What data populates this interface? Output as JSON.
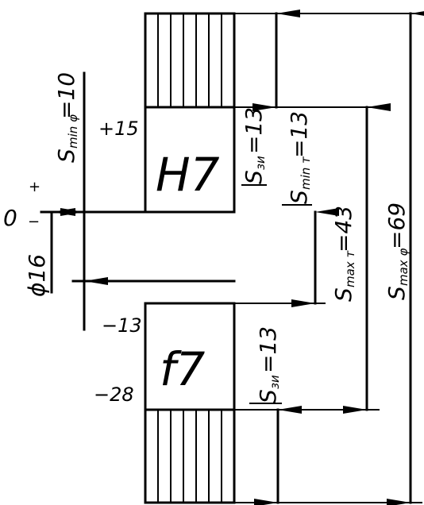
{
  "zero_label": "0",
  "plus_sign": "+",
  "minus_sign": "−",
  "diameter": "ϕ16",
  "hole": {
    "field": "H7",
    "upper": "+15"
  },
  "shaft": {
    "field": "f7",
    "upper": "−13",
    "lower": "−28"
  },
  "dims": {
    "s_min_phi": {
      "main": "S",
      "sub": "min φ",
      "value": "=10"
    },
    "s_zu_hole": {
      "main": "S",
      "sub": "зи",
      "value": "=13"
    },
    "s_min_t": {
      "main": "S",
      "sub": "min т",
      "value": "=13"
    },
    "s_max_t": {
      "main": "S",
      "sub": "max т",
      "value": "=43"
    },
    "s_max_phi": {
      "main": "S",
      "sub": "max φ",
      "value": "=69"
    },
    "s_zu_shaft": {
      "main": "S",
      "sub": "зи",
      "value": "=13"
    }
  }
}
